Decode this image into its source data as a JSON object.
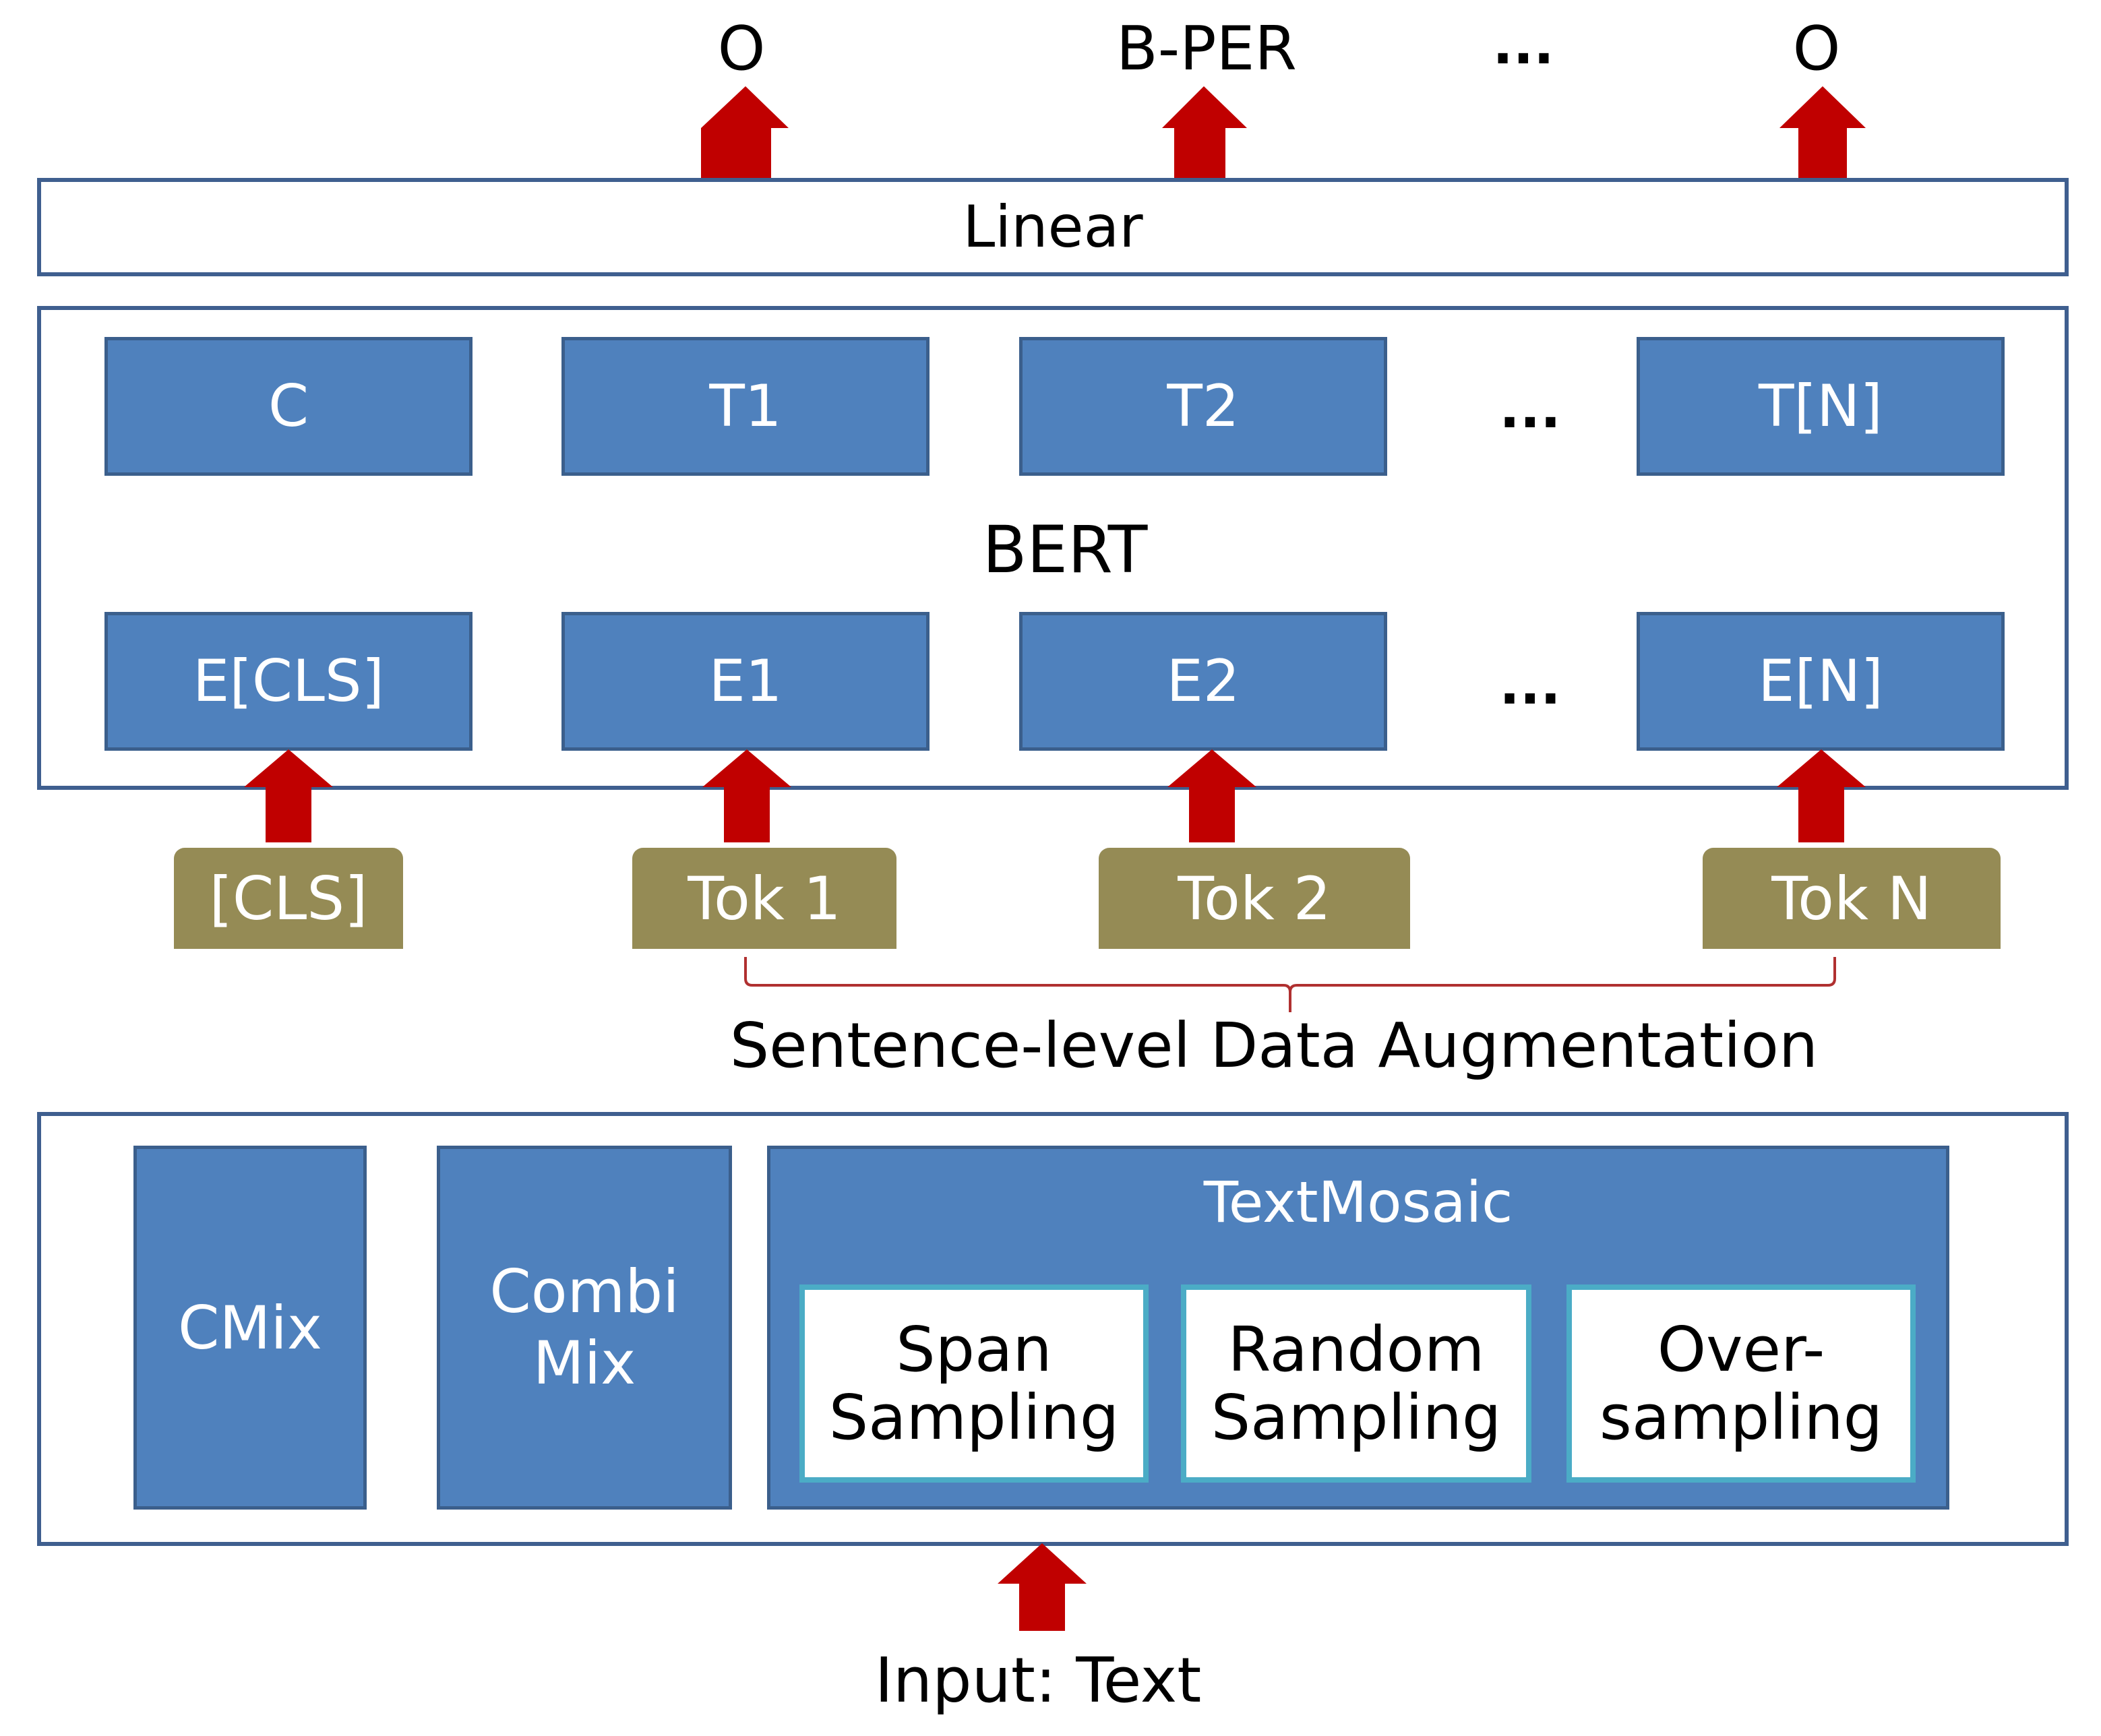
{
  "outputs": [
    "O",
    "B-PER",
    "...",
    "O"
  ],
  "linear": {
    "label": "Linear"
  },
  "bert": {
    "label": "BERT",
    "top_row": [
      "C",
      "T1",
      "T2",
      "...",
      "T[N]"
    ],
    "bottom_row": [
      "E[CLS]",
      "E1",
      "E2",
      "...",
      "E[N]"
    ]
  },
  "tokens": [
    "[CLS]",
    "Tok 1",
    "Tok 2",
    "Tok N"
  ],
  "augmentation": {
    "title": "Sentence-level Data Augmentation",
    "cmix": "CMix",
    "combimix": [
      "Combi",
      "Mix"
    ],
    "textmosaic": {
      "title": "TextMosaic",
      "methods": [
        [
          "Span",
          "Sampling"
        ],
        [
          "Random",
          "Sampling"
        ],
        [
          "Over-",
          "sampling"
        ]
      ]
    }
  },
  "input": {
    "label": "Input: Text"
  },
  "colors": {
    "arrow": "#c00000",
    "box_fill": "#4f81bd",
    "token_fill": "#958b55",
    "frame_border": "#3f5f8f",
    "inner_border": "#4bacc6",
    "brace": "#b03030"
  },
  "icons": [
    "up-arrow-icon"
  ]
}
